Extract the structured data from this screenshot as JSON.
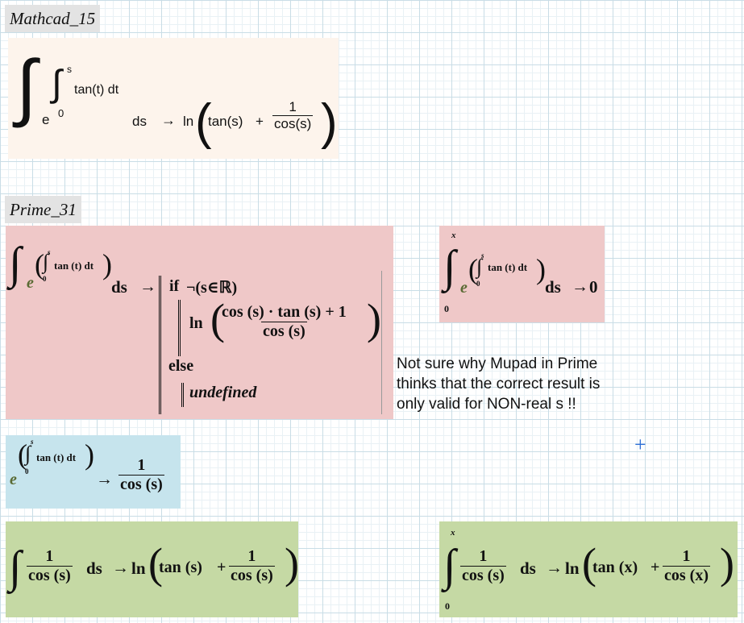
{
  "labels": {
    "mathcad": "Mathcad_15",
    "prime": "Prime_31"
  },
  "colors": {
    "mathcad_bg": "#fdf4ec",
    "prime_pink": "#efc8c8",
    "prime_blue": "#c6e4ed",
    "prime_green": "#c5d9a4",
    "label_bg": "#e3e3e3",
    "exp_color": "#5a6b34",
    "cursor": "#2f6fd6"
  },
  "mathcad_expr": {
    "exponent": "tan(t) dt",
    "upper": "s",
    "lower": "0",
    "base": "e",
    "ds": "ds",
    "arrow": "→",
    "ln": "ln",
    "tan": "tan(s)",
    "plus": "+",
    "num": "1",
    "den": "cos(s)"
  },
  "prime_expr1": {
    "base": "e",
    "exponent": "tan (t) dt",
    "upper": "s",
    "lower": "0",
    "ds": "ds",
    "arrow": "→",
    "if": "if",
    "condition": "¬(s∈ℝ)",
    "ln": "ln",
    "frac_num": "cos (s) · tan (s) + 1",
    "frac_den": "cos (s)",
    "else": "else",
    "undefined": "undefined"
  },
  "prime_expr2": {
    "upper": "x",
    "lower": "0",
    "base": "e",
    "exponent": "tan (t) dt",
    "inner_upper": "s",
    "inner_lower": "0",
    "ds": "ds",
    "arrow": "→",
    "result": "0"
  },
  "note": {
    "lines": [
      "Not sure why Mupad in Prime",
      "thinks that the correct result is",
      "only valid for NON-real  s !!"
    ]
  },
  "prime_expr3": {
    "base": "e",
    "exponent": "tan (t) dt",
    "upper": "s",
    "lower": "0",
    "arrow": "→",
    "num": "1",
    "den": "cos (s)"
  },
  "prime_expr4": {
    "num": "1",
    "den": "cos (s)",
    "ds": "ds",
    "arrow": "→",
    "ln": "ln",
    "tan": "tan (s)",
    "plus": "+",
    "rnum": "1",
    "rden": "cos (s)"
  },
  "prime_expr5": {
    "upper": "x",
    "lower": "0",
    "num": "1",
    "den": "cos (s)",
    "ds": "ds",
    "arrow": "→",
    "ln": "ln",
    "tan": "tan (x)",
    "plus": "+",
    "rnum": "1",
    "rden": "cos (x)"
  },
  "cursor_glyph": "+"
}
